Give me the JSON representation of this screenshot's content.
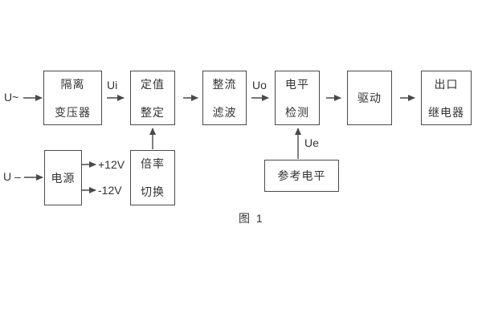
{
  "diagram": {
    "caption": "图 1",
    "blocks": [
      {
        "id": "isolation-transformer",
        "lines": [
          "隔离",
          "变压器"
        ]
      },
      {
        "id": "setting-adjustment",
        "lines": [
          "定值",
          "整定"
        ]
      },
      {
        "id": "rectifier-filter",
        "lines": [
          "整流",
          "滤波"
        ]
      },
      {
        "id": "level-detection",
        "lines": [
          "电平",
          "检测"
        ]
      },
      {
        "id": "driver",
        "lines": [
          "驱动"
        ]
      },
      {
        "id": "output-relay",
        "lines": [
          "出口",
          "继电器"
        ]
      },
      {
        "id": "power-supply",
        "lines": [
          "电源"
        ]
      },
      {
        "id": "ratio-switch",
        "lines": [
          "倍率",
          "切换"
        ]
      },
      {
        "id": "reference-level",
        "lines": [
          "参考电平"
        ]
      }
    ],
    "labels": {
      "ac_input": "U~",
      "dc_input": "U –",
      "ui": "Ui",
      "uo": "Uo",
      "ue": "Ue",
      "plus12v": "+12V",
      "minus12v": "-12V"
    },
    "colors": {
      "line": "#4a4a4a",
      "text": "#333333",
      "background": "#ffffff"
    }
  }
}
